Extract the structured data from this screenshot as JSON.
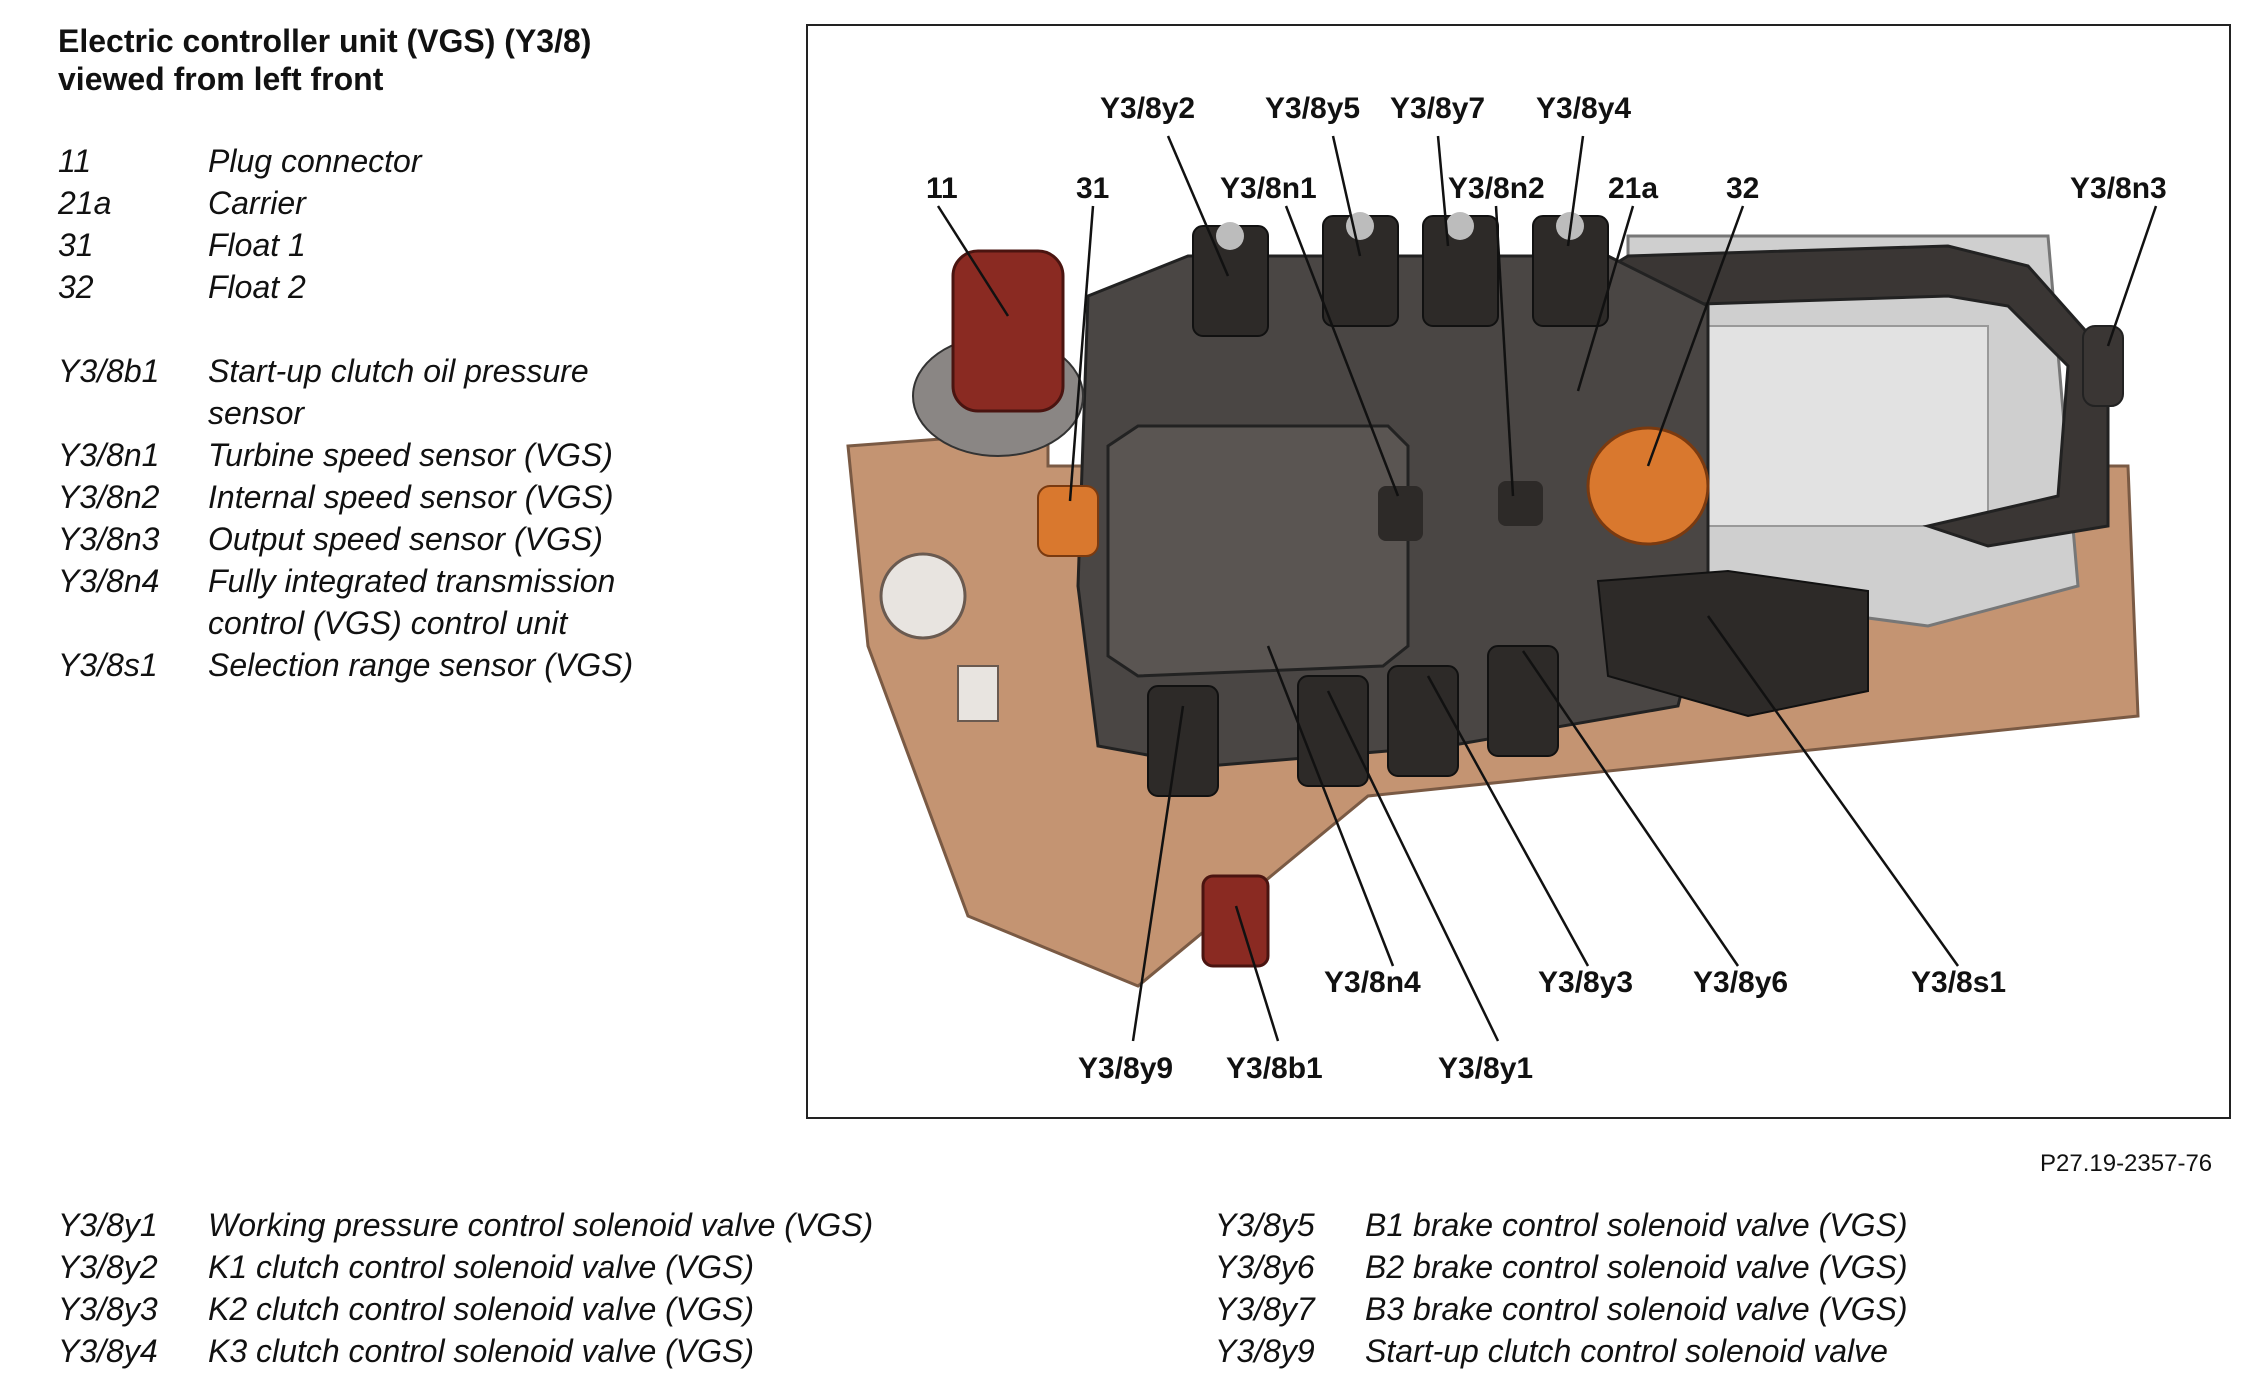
{
  "title": {
    "line1": "Electric controller unit (VGS) (Y3/8)",
    "line2": "viewed from left front"
  },
  "legend_top": [
    {
      "code": "11",
      "desc": "Plug connector"
    },
    {
      "code": "21a",
      "desc": "Carrier"
    },
    {
      "code": "31",
      "desc": "Float 1"
    },
    {
      "code": "32",
      "desc": "Float 2"
    }
  ],
  "legend_top2": [
    {
      "code": "Y3/8b1",
      "desc": "Start-up clutch oil pressure sensor"
    },
    {
      "code": "Y3/8n1",
      "desc": "Turbine speed sensor (VGS)"
    },
    {
      "code": "Y3/8n2",
      "desc": "Internal speed sensor (VGS)"
    },
    {
      "code": "Y3/8n3",
      "desc": "Output speed sensor (VGS)"
    },
    {
      "code": "Y3/8n4",
      "desc": "Fully integrated transmission control (VGS) control unit"
    },
    {
      "code": "Y3/8s1",
      "desc": "Selection range sensor (VGS)"
    }
  ],
  "legend_bottom_left": [
    {
      "code": "Y3/8y1",
      "desc": "Working pressure control solenoid valve (VGS)"
    },
    {
      "code": "Y3/8y2",
      "desc": "K1 clutch control solenoid valve (VGS)"
    },
    {
      "code": "Y3/8y3",
      "desc": "K2 clutch control solenoid valve (VGS)"
    },
    {
      "code": "Y3/8y4",
      "desc": "K3 clutch control solenoid valve (VGS)"
    }
  ],
  "legend_bottom_right": [
    {
      "code": "Y3/8y5",
      "desc": "B1 brake control solenoid valve (VGS)"
    },
    {
      "code": "Y3/8y6",
      "desc": "B2 brake control solenoid valve (VGS)"
    },
    {
      "code": "Y3/8y7",
      "desc": "B3 brake control solenoid valve (VGS)"
    },
    {
      "code": "Y3/8y9",
      "desc": "Start-up clutch control solenoid valve"
    }
  ],
  "callouts": {
    "y3_8y2": "Y3/8y2",
    "y3_8y5": "Y3/8y5",
    "y3_8y7": "Y3/8y7",
    "y3_8y4": "Y3/8y4",
    "c11": "11",
    "c31": "31",
    "y3_8n1": "Y3/8n1",
    "y3_8n2": "Y3/8n2",
    "c21a": "21a",
    "c32": "32",
    "y3_8n3": "Y3/8n3",
    "y3_8n4": "Y3/8n4",
    "y3_8y3": "Y3/8y3",
    "y3_8y6": "Y3/8y6",
    "y3_8s1": "Y3/8s1",
    "y3_8y9": "Y3/8y9",
    "y3_8b1": "Y3/8b1",
    "y3_8y1": "Y3/8y1"
  },
  "figure_ref": "P27.19-2357-76",
  "colors": {
    "plate": "#c49472",
    "housing": "#4a4644",
    "cover": "#5a5552",
    "valve_body": "#cfcfcf",
    "red_connector": "#8a2a22",
    "orange_float": "#d9782e"
  }
}
